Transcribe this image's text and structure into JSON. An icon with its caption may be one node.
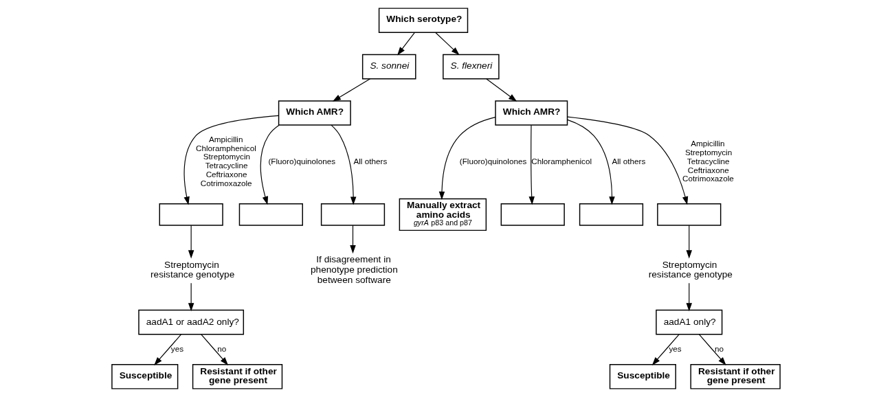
{
  "diagram": {
    "nodes": [
      {
        "text": [
          "Which serotype?"
        ]
      },
      {
        "text": [
          "S. sonnei"
        ]
      },
      {
        "text": [
          "S. flexneri"
        ]
      },
      {
        "text": [
          "Which AMR?"
        ]
      },
      {
        "text": [
          "Which AMR?"
        ]
      },
      {
        "text": [],
        "shape": "box"
      },
      {
        "text": [],
        "shape": "box"
      },
      {
        "text": [],
        "shape": "box"
      },
      {
        "text": [
          "Streptomycin resistance genotype"
        ]
      },
      {
        "text": [
          "aadA1 or aadA2 only?"
        ]
      },
      {
        "text": [
          "Susceptible"
        ]
      },
      {
        "text": [
          "Resistant if other gene present"
        ]
      },
      {
        "text": [
          "If disagreement in phenotype prediction between software"
        ]
      },
      {
        "text": [
          "Manually extract amino acids",
          "*gyrA* p83 and p87"
        ]
      },
      {
        "text": [],
        "shape": "box"
      },
      {
        "text": [],
        "shape": "box"
      },
      {
        "text": [],
        "shape": "box"
      },
      {
        "text": [
          "Streptomycin resistance genotype"
        ]
      },
      {
        "text": [
          "aadA1 only?"
        ]
      },
      {
        "text": [
          "Susceptible"
        ]
      },
      {
        "text": [
          "Resistant if other gene present"
        ]
      }
    ],
    "edges": [
      {
        "from": 0,
        "to": 1,
        "arrow": "to"
      },
      {
        "from": 0,
        "to": 2,
        "arrow": "to"
      },
      {
        "from": 1,
        "to": 3,
        "arrow": "to"
      },
      {
        "from": 2,
        "to": 4,
        "arrow": "to"
      },
      {
        "from": 3,
        "to": 5,
        "arrow": "to",
        "label": "Ampicillin Chloramphenicol Streptomycin Tetracycline Ceftriaxone Cotrimoxazole"
      },
      {
        "from": 3,
        "to": 6,
        "arrow": "to",
        "label": "(Fluoro)quinolones"
      },
      {
        "from": 3,
        "to": 7,
        "arrow": "to",
        "label": "All others"
      },
      {
        "from": 5,
        "to": 8,
        "arrow": "to"
      },
      {
        "from": 8,
        "to": 9,
        "arrow": "to"
      },
      {
        "from": 9,
        "to": 10,
        "arrow": "to",
        "label": "yes"
      },
      {
        "from": 9,
        "to": 11,
        "arrow": "to",
        "label": "no"
      },
      {
        "from": 7,
        "to": 12,
        "arrow": "to"
      },
      {
        "from": 4,
        "to": 13,
        "arrow": "to",
        "label": "(Fluoro)quinolones"
      },
      {
        "from": 4,
        "to": 14,
        "arrow": "to",
        "label": "Chloramphenicol"
      },
      {
        "from": 4,
        "to": 15,
        "arrow": "to",
        "label": "All others"
      },
      {
        "from": 4,
        "to": 16,
        "arrow": "to",
        "label": "Ampicillin Streptomycin Tetracycline Ceftriaxone Cotrimoxazole"
      },
      {
        "from": 16,
        "to": 17,
        "arrow": "to"
      },
      {
        "from": 17,
        "to": 18,
        "arrow": "to"
      },
      {
        "from": 18,
        "to": 19,
        "arrow": "to",
        "label": "yes"
      },
      {
        "from": 18,
        "to": 20,
        "arrow": "to",
        "label": "no"
      }
    ]
  }
}
